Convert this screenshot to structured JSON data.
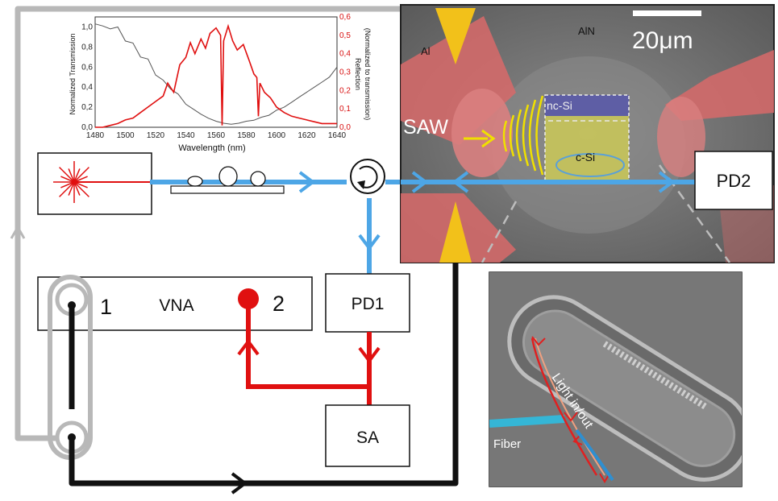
{
  "colors": {
    "optical_path": "#4da6e6",
    "rf_red": "#e01010",
    "cable_gray": "#b8b8b8",
    "cable_black": "#111111",
    "transducer_red": "#d86a6a",
    "idt_yellow": "#f2c11a",
    "saw_arrow": "#f0e000",
    "sem_gray": "#7e7e7e"
  },
  "labels": {
    "vna": "VNA",
    "port1": "1",
    "port2": "2",
    "pd1": "PD1",
    "pd2": "PD2",
    "sa": "SA",
    "saw": "SAW",
    "al": "Al",
    "aln": "AlN",
    "scale": "20μm",
    "nc_si": "nc-Si",
    "c_si": "c-Si",
    "light": "Light in/out",
    "fiber": "Fiber"
  },
  "chart_data": {
    "type": "line",
    "xlabel": "Wavelength (nm)",
    "ylabel_left": "Normalized Transmission",
    "ylabel_right": "Reflection",
    "ylabel_right_note": "(Normalized to transmission)",
    "xlim": [
      1480,
      1640
    ],
    "ylim_left": [
      0,
      1.1
    ],
    "ylim_right": [
      0,
      0.6
    ],
    "x_ticks": [
      "1480",
      "1500",
      "1520",
      "1540",
      "1560",
      "1580",
      "1600",
      "1620",
      "1640"
    ],
    "y_ticks_left": [
      "0,0",
      "0,2",
      "0,4",
      "0,6",
      "0,8",
      "1,0"
    ],
    "y_ticks_right": [
      "0,0",
      "0,1",
      "0,2",
      "0,3",
      "0,4",
      "0,5",
      "0,6"
    ],
    "series": [
      {
        "axis": "left",
        "color": "#555555",
        "x": [
          1480,
          1485,
          1490,
          1495,
          1500,
          1505,
          1510,
          1515,
          1520,
          1525,
          1530,
          1535,
          1540,
          1545,
          1550,
          1555,
          1560,
          1565,
          1570,
          1575,
          1580,
          1585,
          1590,
          1595,
          1600,
          1605,
          1610,
          1615,
          1620,
          1625,
          1630,
          1635,
          1640
        ],
        "y": [
          1.03,
          1.01,
          0.98,
          1.0,
          0.86,
          0.84,
          0.7,
          0.68,
          0.52,
          0.47,
          0.38,
          0.33,
          0.23,
          0.18,
          0.13,
          0.09,
          0.06,
          0.04,
          0.03,
          0.04,
          0.06,
          0.07,
          0.1,
          0.12,
          0.17,
          0.2,
          0.25,
          0.3,
          0.35,
          0.4,
          0.45,
          0.5,
          0.6
        ]
      },
      {
        "axis": "right",
        "color": "#e01010",
        "x": [
          1480,
          1485,
          1490,
          1495,
          1500,
          1505,
          1510,
          1515,
          1520,
          1525,
          1528,
          1532,
          1536,
          1540,
          1543,
          1546,
          1550,
          1553,
          1556,
          1560,
          1563,
          1564,
          1565,
          1568,
          1571,
          1574,
          1578,
          1582,
          1585,
          1587,
          1588,
          1589,
          1592,
          1596,
          1600,
          1605,
          1610,
          1615,
          1620,
          1625,
          1630,
          1635,
          1640
        ],
        "y": [
          0.0,
          0.0,
          0.01,
          0.02,
          0.04,
          0.05,
          0.08,
          0.11,
          0.14,
          0.17,
          0.24,
          0.19,
          0.34,
          0.38,
          0.46,
          0.4,
          0.48,
          0.43,
          0.51,
          0.54,
          0.5,
          0.01,
          0.47,
          0.55,
          0.47,
          0.42,
          0.45,
          0.36,
          0.29,
          0.27,
          0.06,
          0.24,
          0.19,
          0.16,
          0.11,
          0.08,
          0.06,
          0.05,
          0.04,
          0.03,
          0.02,
          0.02,
          0.02
        ]
      }
    ]
  }
}
